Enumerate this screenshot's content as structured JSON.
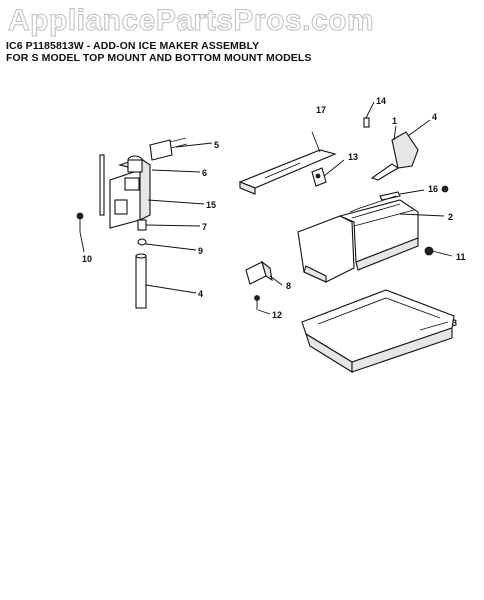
{
  "watermark": "AppliancePartsPros.com",
  "title_line1": "IC6 P1185813W - ADD-ON ICE MAKER ASSEMBLY",
  "title_line2": "FOR S MODEL TOP MOUNT AND BOTTOM MOUNT MODELS",
  "callouts": {
    "c1": "1",
    "c2": "2",
    "c3": "3",
    "c4a": "4",
    "c4b": "4",
    "c5": "5",
    "c6": "6",
    "c7": "7",
    "c8": "8",
    "c9": "9",
    "c10": "10",
    "c11": "11",
    "c12": "12",
    "c13": "13",
    "c14": "14",
    "c15": "15",
    "c16": "16",
    "c17": "17"
  }
}
